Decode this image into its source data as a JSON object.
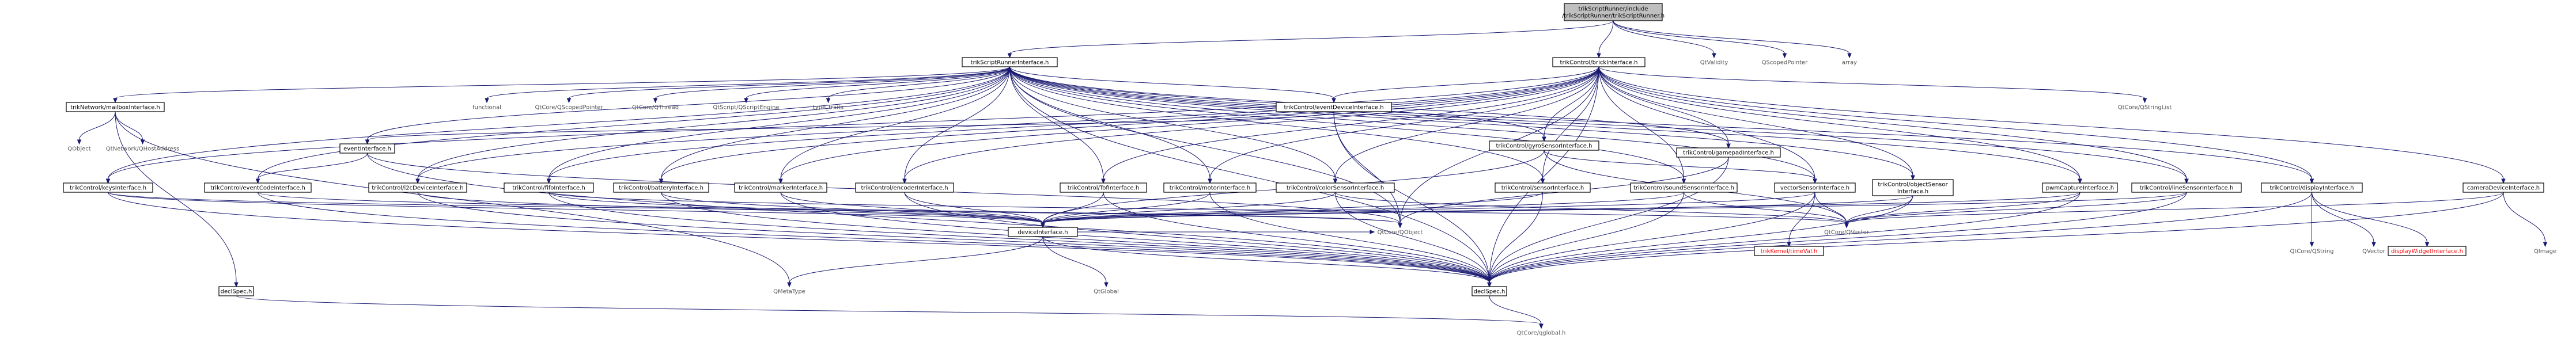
{
  "graph": {
    "title_lines": [
      "trikScriptRunner/include",
      "/trikScriptRunner/trikScriptRunner.h"
    ],
    "colors": {
      "edge": "#191970",
      "root_fill": "#bfbfbf",
      "node_fill": "#ffffff",
      "red_text": "#ff0000",
      "plain_text": "#555555"
    },
    "nodes": [
      {
        "id": "root",
        "label": "trikScriptRunner/include\n/trikScriptRunner/trikScriptRunner.h",
        "kind": "root"
      },
      {
        "id": "sri",
        "label": "trikScriptRunnerInterface.h",
        "kind": "link"
      },
      {
        "id": "brick",
        "label": "trikControl/brickInterface.h",
        "kind": "link"
      },
      {
        "id": "qvalidity",
        "label": "QtValidity",
        "kind": "plain"
      },
      {
        "id": "qscoped",
        "label": "QScopedPointer",
        "kind": "plain"
      },
      {
        "id": "array",
        "label": "array",
        "kind": "plain"
      },
      {
        "id": "mailbox",
        "label": "trikNetwork/mailboxInterface.h",
        "kind": "link"
      },
      {
        "id": "functional",
        "label": "functional",
        "kind": "plain"
      },
      {
        "id": "qcorescoped",
        "label": "QtCore/QScopedPointer",
        "kind": "plain"
      },
      {
        "id": "qthread",
        "label": "QtCore/QThread",
        "kind": "plain"
      },
      {
        "id": "qscriptengine",
        "label": "QtScript/QScriptEngine",
        "kind": "plain"
      },
      {
        "id": "typetraits",
        "label": "type_traits",
        "kind": "plain"
      },
      {
        "id": "evdevice",
        "label": "trikControl/eventDeviceInterface.h",
        "kind": "link"
      },
      {
        "id": "gyro",
        "label": "trikControl/gyroSensorInterface.h",
        "kind": "link"
      },
      {
        "id": "gamepad",
        "label": "trikControl/gamepadInterface.h",
        "kind": "link"
      },
      {
        "id": "qstringlist",
        "label": "QtCore/QStringList",
        "kind": "plain"
      },
      {
        "id": "qobject1",
        "label": "QObject",
        "kind": "plain"
      },
      {
        "id": "qhostaddr",
        "label": "QtNetwork/QHostAddress",
        "kind": "plain"
      },
      {
        "id": "event",
        "label": "eventInterface.h",
        "kind": "link"
      },
      {
        "id": "keys",
        "label": "trikControl/keysInterface.h",
        "kind": "link"
      },
      {
        "id": "evcode",
        "label": "trikControl/eventCodeInterface.h",
        "kind": "link"
      },
      {
        "id": "i2c",
        "label": "trikControl/i2cDeviceInterface.h",
        "kind": "link"
      },
      {
        "id": "fifo",
        "label": "trikControl/fifoInterface.h",
        "kind": "link"
      },
      {
        "id": "battery",
        "label": "trikControl/batteryInterface.h",
        "kind": "link"
      },
      {
        "id": "marker",
        "label": "trikControl/markerInterface.h",
        "kind": "link"
      },
      {
        "id": "encoder",
        "label": "trikControl/encoderInterface.h",
        "kind": "link"
      },
      {
        "id": "tof",
        "label": "trikControl/TofInterface.h",
        "kind": "link"
      },
      {
        "id": "motor",
        "label": "trikControl/motorInterface.h",
        "kind": "link"
      },
      {
        "id": "color",
        "label": "trikControl/colorSensorInterface.h",
        "kind": "link"
      },
      {
        "id": "sensor",
        "label": "trikControl/sensorInterface.h",
        "kind": "link"
      },
      {
        "id": "sound",
        "label": "trikControl/soundSensorInterface.h",
        "kind": "link"
      },
      {
        "id": "vector",
        "label": "vectorSensorInterface.h",
        "kind": "link"
      },
      {
        "id": "object",
        "label": "trikControl/objectSensor\nInterface.h",
        "kind": "link"
      },
      {
        "id": "pwm",
        "label": "pwmCaptureInterface.h",
        "kind": "link"
      },
      {
        "id": "line",
        "label": "trikControl/lineSensorInterface.h",
        "kind": "link"
      },
      {
        "id": "display",
        "label": "trikControl/displayInterface.h",
        "kind": "link"
      },
      {
        "id": "camera",
        "label": "cameraDeviceInterface.h",
        "kind": "link"
      },
      {
        "id": "device",
        "label": "deviceInterface.h",
        "kind": "link"
      },
      {
        "id": "qcoreqobject",
        "label": "QtCore/QObject",
        "kind": "plain"
      },
      {
        "id": "qcoreqvector",
        "label": "QtCore/QVector",
        "kind": "plain"
      },
      {
        "id": "kernel",
        "label": "trikKernel/timeVal.h",
        "kind": "red"
      },
      {
        "id": "qcoreqstring",
        "label": "QtCore/QString",
        "kind": "plain"
      },
      {
        "id": "qvector",
        "label": "QVector",
        "kind": "plain"
      },
      {
        "id": "displaywidget",
        "label": "displayWidgetInterface.h",
        "kind": "red"
      },
      {
        "id": "qimage",
        "label": "QImage",
        "kind": "plain"
      },
      {
        "id": "declspec1",
        "label": "declSpec.h",
        "kind": "link"
      },
      {
        "id": "qmetatype",
        "label": "QMetaType",
        "kind": "plain"
      },
      {
        "id": "qglobal",
        "label": "QtGlobal",
        "kind": "plain"
      },
      {
        "id": "declspec2",
        "label": "declSpec.h",
        "kind": "link"
      },
      {
        "id": "qcoreqglobal",
        "label": "QtCore/qglobal.h",
        "kind": "plain"
      }
    ],
    "edges": [
      [
        "root",
        "sri"
      ],
      [
        "root",
        "brick"
      ],
      [
        "root",
        "qvalidity"
      ],
      [
        "root",
        "qscoped"
      ],
      [
        "root",
        "array"
      ],
      [
        "sri",
        "mailbox"
      ],
      [
        "sri",
        "functional"
      ],
      [
        "sri",
        "qcorescoped"
      ],
      [
        "sri",
        "qthread"
      ],
      [
        "sri",
        "qscriptengine"
      ],
      [
        "sri",
        "typetraits"
      ],
      [
        "sri",
        "evdevice"
      ],
      [
        "sri",
        "gyro"
      ],
      [
        "sri",
        "gamepad"
      ],
      [
        "sri",
        "event"
      ],
      [
        "sri",
        "keys"
      ],
      [
        "sri",
        "evcode"
      ],
      [
        "sri",
        "i2c"
      ],
      [
        "sri",
        "fifo"
      ],
      [
        "sri",
        "battery"
      ],
      [
        "sri",
        "marker"
      ],
      [
        "sri",
        "encoder"
      ],
      [
        "sri",
        "tof"
      ],
      [
        "sri",
        "motor"
      ],
      [
        "sri",
        "color"
      ],
      [
        "sri",
        "sensor"
      ],
      [
        "sri",
        "sound"
      ],
      [
        "sri",
        "vector"
      ],
      [
        "sri",
        "object"
      ],
      [
        "sri",
        "pwm"
      ],
      [
        "sri",
        "line"
      ],
      [
        "sri",
        "display"
      ],
      [
        "sri",
        "declspec2"
      ],
      [
        "sri",
        "qcoreqobject"
      ],
      [
        "brick",
        "qstringlist"
      ],
      [
        "brick",
        "evdevice"
      ],
      [
        "brick",
        "gyro"
      ],
      [
        "brick",
        "gamepad"
      ],
      [
        "brick",
        "keys"
      ],
      [
        "brick",
        "i2c"
      ],
      [
        "brick",
        "fifo"
      ],
      [
        "brick",
        "battery"
      ],
      [
        "brick",
        "marker"
      ],
      [
        "brick",
        "encoder"
      ],
      [
        "brick",
        "tof"
      ],
      [
        "brick",
        "motor"
      ],
      [
        "brick",
        "color"
      ],
      [
        "brick",
        "sensor"
      ],
      [
        "brick",
        "sound"
      ],
      [
        "brick",
        "vector"
      ],
      [
        "brick",
        "object"
      ],
      [
        "brick",
        "pwm"
      ],
      [
        "brick",
        "line"
      ],
      [
        "brick",
        "display"
      ],
      [
        "brick",
        "camera"
      ],
      [
        "brick",
        "declspec2"
      ],
      [
        "brick",
        "qcoreqobject"
      ],
      [
        "mailbox",
        "qobject1"
      ],
      [
        "mailbox",
        "qhostaddr"
      ],
      [
        "mailbox",
        "declspec1"
      ],
      [
        "mailbox",
        "qmetatype"
      ],
      [
        "evdevice",
        "event"
      ],
      [
        "evdevice",
        "qcoreqobject"
      ],
      [
        "evdevice",
        "declspec2"
      ],
      [
        "gyro",
        "vector"
      ],
      [
        "gyro",
        "qcoreqvector"
      ],
      [
        "gyro",
        "device"
      ],
      [
        "gamepad",
        "qcoreqobject"
      ],
      [
        "gamepad",
        "declspec2"
      ],
      [
        "event",
        "evcode"
      ],
      [
        "event",
        "qcoreqobject"
      ],
      [
        "event",
        "declspec2"
      ],
      [
        "keys",
        "device"
      ],
      [
        "keys",
        "qcoreqobject"
      ],
      [
        "keys",
        "declspec2"
      ],
      [
        "evcode",
        "qcoreqobject"
      ],
      [
        "evcode",
        "declspec2"
      ],
      [
        "i2c",
        "device"
      ],
      [
        "i2c",
        "declspec2"
      ],
      [
        "fifo",
        "device"
      ],
      [
        "fifo",
        "qcoreqvector"
      ],
      [
        "fifo",
        "declspec2"
      ],
      [
        "battery",
        "device"
      ],
      [
        "battery",
        "declspec2"
      ],
      [
        "marker",
        "device"
      ],
      [
        "marker",
        "declspec2"
      ],
      [
        "encoder",
        "device"
      ],
      [
        "encoder",
        "declspec2"
      ],
      [
        "tof",
        "device"
      ],
      [
        "tof",
        "declspec2"
      ],
      [
        "motor",
        "device"
      ],
      [
        "motor",
        "declspec2"
      ],
      [
        "color",
        "device"
      ],
      [
        "color",
        "qcoreqvector"
      ],
      [
        "color",
        "declspec2"
      ],
      [
        "sensor",
        "device"
      ],
      [
        "sensor",
        "declspec2"
      ],
      [
        "sound",
        "device"
      ],
      [
        "sound",
        "qcoreqvector"
      ],
      [
        "sound",
        "declspec2"
      ],
      [
        "vector",
        "device"
      ],
      [
        "vector",
        "qcoreqvector"
      ],
      [
        "vector",
        "kernel"
      ],
      [
        "vector",
        "declspec2"
      ],
      [
        "object",
        "device"
      ],
      [
        "object",
        "qcoreqvector"
      ],
      [
        "object",
        "declspec2"
      ],
      [
        "pwm",
        "device"
      ],
      [
        "pwm",
        "qcoreqvector"
      ],
      [
        "pwm",
        "declspec2"
      ],
      [
        "line",
        "device"
      ],
      [
        "line",
        "qcoreqvector"
      ],
      [
        "line",
        "declspec2"
      ],
      [
        "display",
        "qcoreqstring"
      ],
      [
        "display",
        "qvector"
      ],
      [
        "display",
        "displaywidget"
      ],
      [
        "display",
        "declspec2"
      ],
      [
        "camera",
        "qcoreqvector"
      ],
      [
        "camera",
        "qimage"
      ],
      [
        "camera",
        "declspec2"
      ],
      [
        "device",
        "qcoreqobject"
      ],
      [
        "device",
        "qmetatype"
      ],
      [
        "device",
        "qglobal"
      ],
      [
        "device",
        "declspec2"
      ],
      [
        "declspec1",
        "qcoreqglobal"
      ],
      [
        "declspec2",
        "qcoreqglobal"
      ]
    ]
  }
}
